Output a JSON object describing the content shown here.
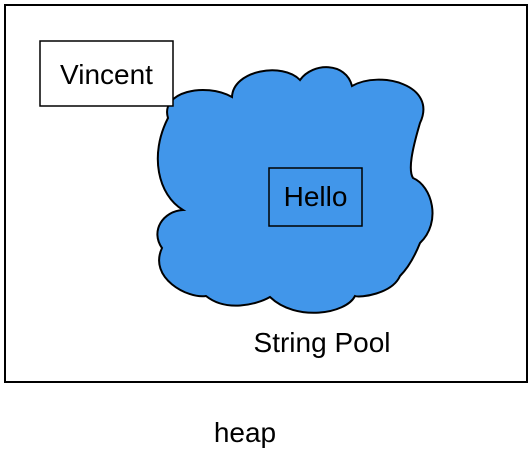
{
  "heap": {
    "label": "heap"
  },
  "objects": {
    "outside_pool": "Vincent",
    "inside_pool": "Hello"
  },
  "string_pool": {
    "label": "String Pool",
    "fill_color": "#4196EA"
  }
}
